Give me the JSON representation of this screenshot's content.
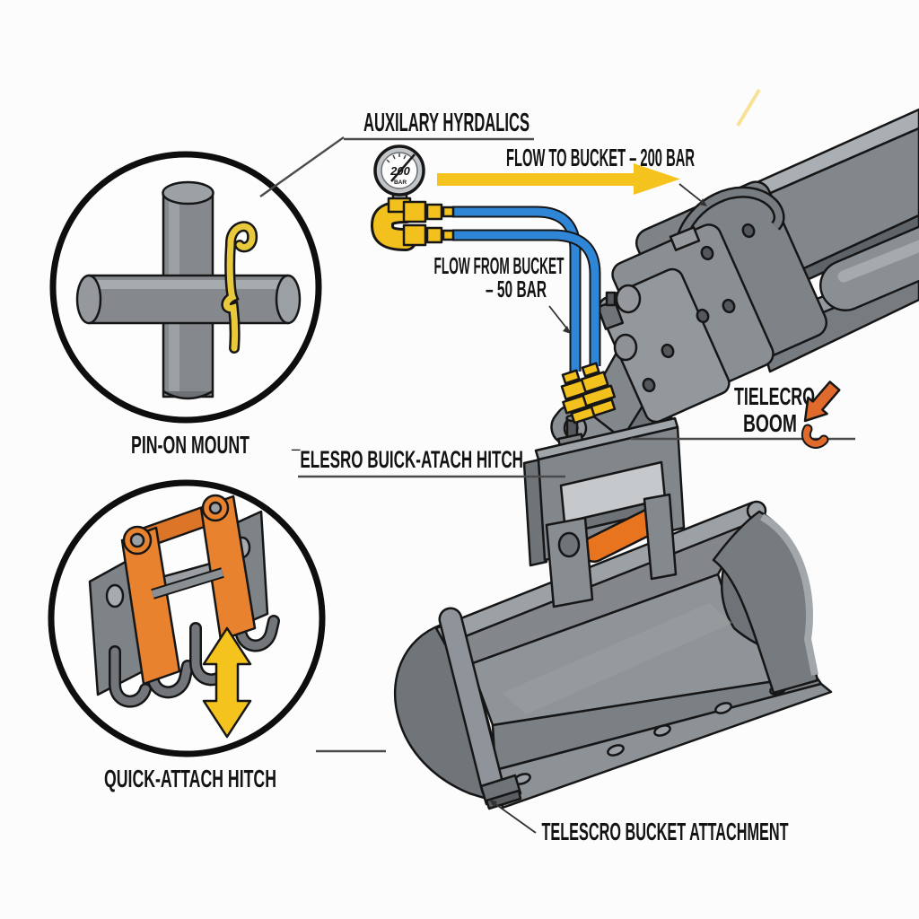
{
  "diagram": {
    "title_context": "telescopic boom bucket attachment diagram",
    "labels": {
      "auxiliary_hydraulics": "AUXILARY HYRDALICS",
      "flow_to_bucket": "FLOW TO BUCKET – 200 BAR",
      "flow_from_bucket_line1": "FLOW FROM BUCKET",
      "flow_from_bucket_line2": "– 50 BAR",
      "pin_on_mount": "PIN-ON MOUNT",
      "hitch_callout": "¯ELESRO BUICK-ATACH HITCH",
      "boom_callout_line1": "TIELECRO",
      "boom_callout_line2": "BOOM",
      "quick_attach_detail": "QUICK-ATTACH HITCH",
      "bucket_attachment": "TELESCRO BUCKET ATTACHMENT"
    },
    "gauge": {
      "value": "200",
      "unit": "BAR"
    },
    "colors": {
      "flow_arrow_yellow": "#F5C31D",
      "fitting_yellow": "#F2C11E",
      "pin_yellow": "#E9C93C",
      "hose_blue": "#2F86D7",
      "accent_orange": "#E06A2B",
      "roller_orange": "#E8741F",
      "hitch_orange": "#E8822F",
      "machine_gray": "#82878B",
      "outline_black": "#161616",
      "red_tick": "#CC2222"
    }
  }
}
